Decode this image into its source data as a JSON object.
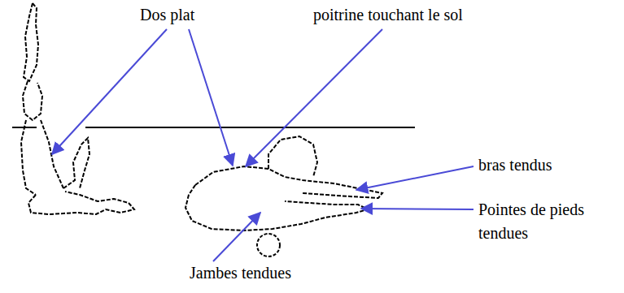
{
  "diagram": {
    "labels": [
      "Dos plat",
      "poitrine touchant le sol",
      "bras tendus",
      "Pointes de pieds tendues",
      "Jambes tendues"
    ]
  }
}
